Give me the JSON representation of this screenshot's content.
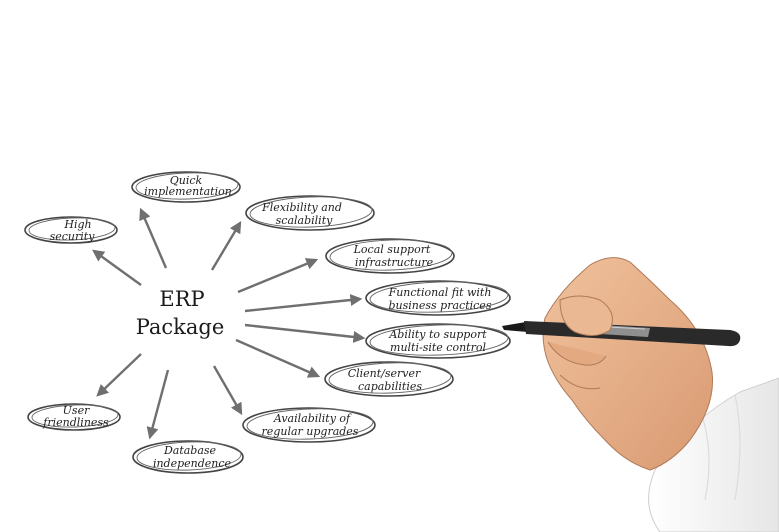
{
  "diagram": {
    "center": {
      "line1": "ERP",
      "line2": "Package"
    },
    "nodes": [
      {
        "id": "quick",
        "line1": "Quick",
        "line2": "implementation"
      },
      {
        "id": "flex",
        "line1": "Flexibility and",
        "line2": "scalability"
      },
      {
        "id": "security",
        "line1": "High",
        "line2": "security"
      },
      {
        "id": "local",
        "line1": "Local support",
        "line2": "infrastructure"
      },
      {
        "id": "functional",
        "line1": "Functional fit with",
        "line2": "business practices"
      },
      {
        "id": "multisite",
        "line1": "Ability to support",
        "line2": "multi-site control"
      },
      {
        "id": "client",
        "line1": "Client/server",
        "line2": "capabilities"
      },
      {
        "id": "user",
        "line1": "User",
        "line2": "friendliness"
      },
      {
        "id": "upgrades",
        "line1": "Availability of",
        "line2": "regular upgrades"
      },
      {
        "id": "database",
        "line1": "Database",
        "line2": "independence"
      }
    ]
  },
  "colors": {
    "ink": "#1e1e1e",
    "arrow": "#6f6f6f",
    "skin": "#e8b48e",
    "sleeve": "#f4f4f4",
    "marker": "#2a2a2a"
  }
}
